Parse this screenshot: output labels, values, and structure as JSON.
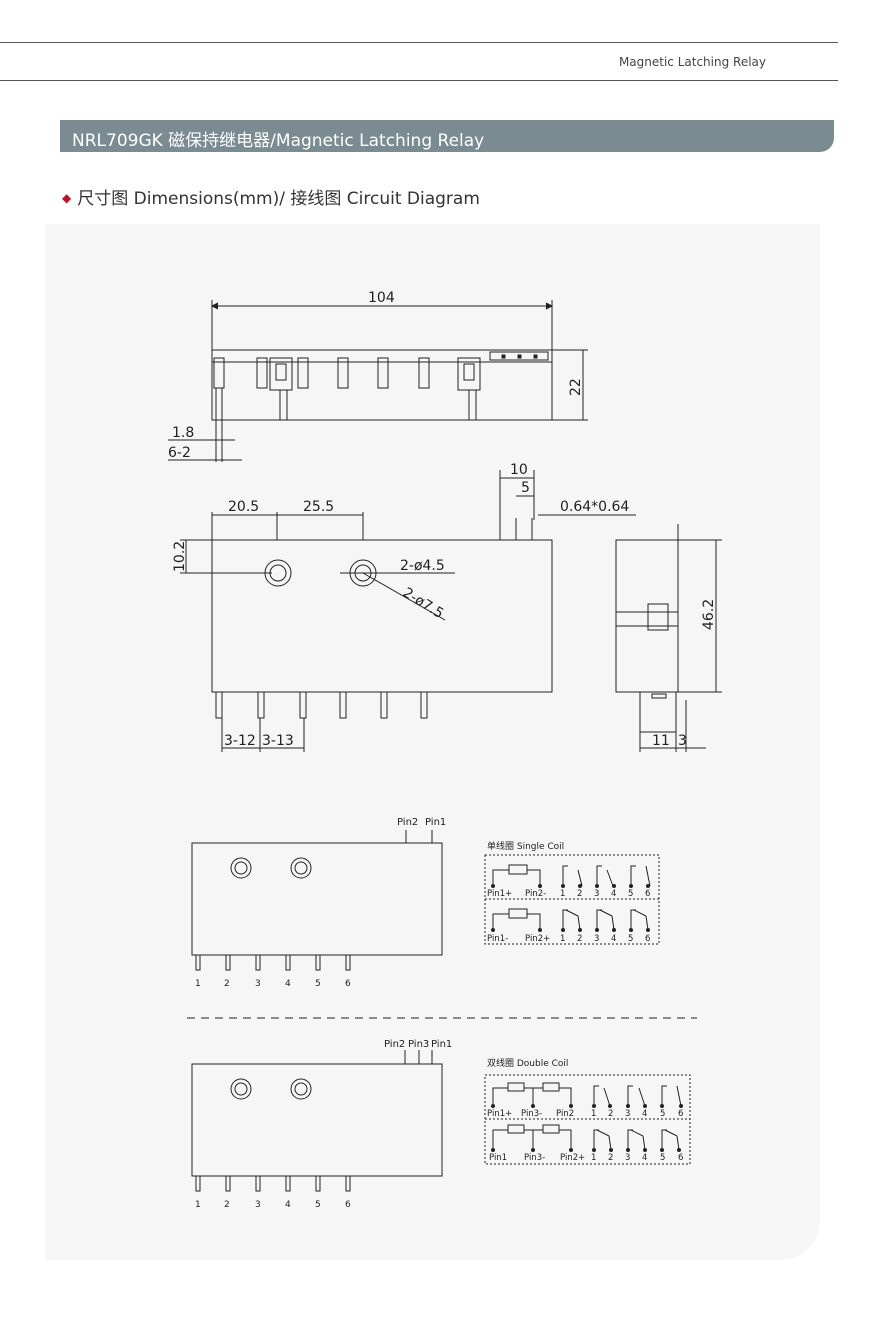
{
  "header": {
    "title": "Magnetic Latching Relay"
  },
  "title_bar": {
    "text": "NRL709GK 磁保持继电器/Magnetic Latching Relay"
  },
  "section": {
    "title": "尺寸图 Dimensions(mm)/ 接线图 Circuit Diagram"
  },
  "dimensions": {
    "width": "104",
    "height": "22",
    "pin_width": "1.8",
    "pin_count_1": "6-2",
    "hole_x1": "20.5",
    "hole_x2": "25.5",
    "hole_y": "10.2",
    "pin_span_10": "10",
    "pin_span_5": "5",
    "pin_section": "0.64*0.64",
    "hole_small": "2-ø4.5",
    "hole_large": "2-ø7.5",
    "pitch_1": "3-12",
    "pitch_2": "3-13",
    "side_height": "46.2",
    "side_w1": "11",
    "side_w2": "3"
  },
  "single_coil": {
    "title": "单线圈 Single Coil",
    "row1": [
      "Pin1+",
      "Pin2-",
      "1",
      "2",
      "3",
      "4",
      "5",
      "6"
    ],
    "row2": [
      "Pin1-",
      "Pin2+",
      "1",
      "2",
      "3",
      "4",
      "5",
      "6"
    ],
    "top_pins": [
      "Pin2",
      "Pin1"
    ],
    "bottom_pins": [
      "1",
      "2",
      "3",
      "4",
      "5",
      "6"
    ]
  },
  "double_coil": {
    "title": "双线圈 Double Coil",
    "row1": [
      "Pin1+",
      "Pin3-",
      "Pin2",
      "1",
      "2",
      "3",
      "4",
      "5",
      "6"
    ],
    "row2": [
      "Pin1",
      "Pin3-",
      "Pin2+",
      "1",
      "2",
      "3",
      "4",
      "5",
      "6"
    ],
    "top_pins": [
      "Pin2",
      "Pin3",
      "Pin1"
    ],
    "bottom_pins": [
      "1",
      "2",
      "3",
      "4",
      "5",
      "6"
    ]
  }
}
